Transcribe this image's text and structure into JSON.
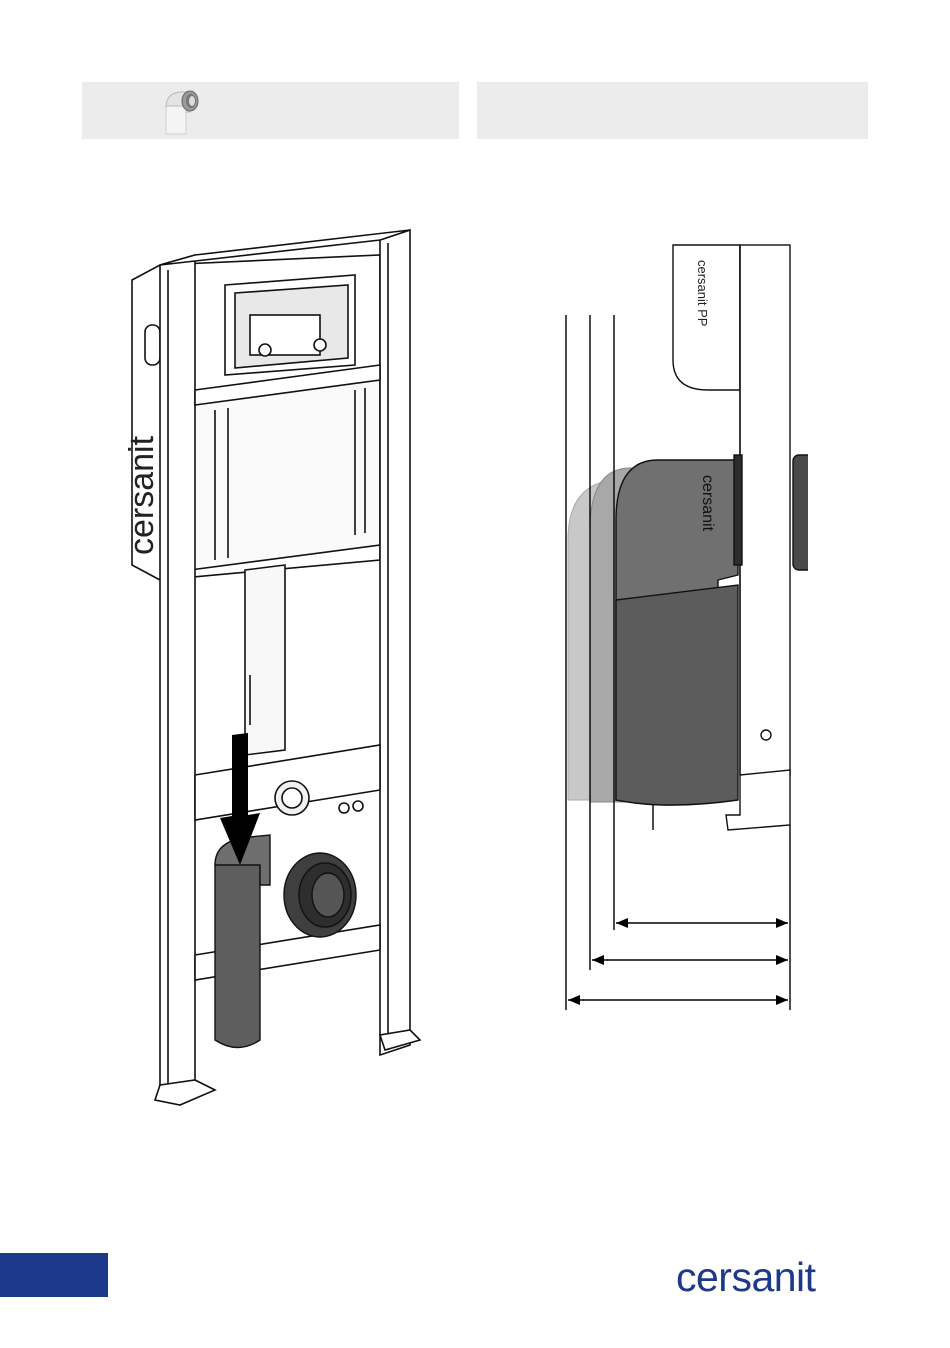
{
  "header": {
    "left_box_icon": "elbow-pipe-thumbnail",
    "right_box_icon": "none"
  },
  "illustrations": {
    "frame": {
      "brand_text": "cersanit",
      "pipe_marking": "cersanit PP"
    },
    "detail": {
      "brand_text": "cersanit",
      "marking": "cersanit PP",
      "dimension_count": 3
    }
  },
  "footer": {
    "brand": "cersanit",
    "brand_color": "#1d3a8a",
    "tab_color": "#1d3a8a"
  }
}
